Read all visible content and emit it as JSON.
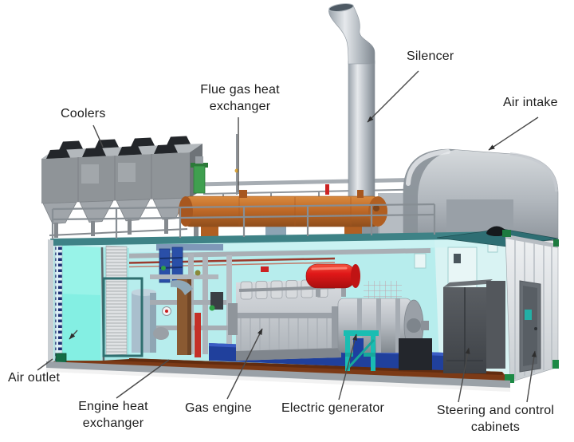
{
  "figure": {
    "type": "cutaway-technical-illustration",
    "subject": "Containerized gas-engine cogeneration (CHP) unit",
    "background": "#ffffff"
  },
  "labels": {
    "coolers": "Coolers",
    "flue_gas_heat_exchanger": "Flue gas heat\nexchanger",
    "silencer": "Silencer",
    "air_intake": "Air intake",
    "air_outlet": "Air outlet",
    "engine_heat_exchanger": "Engine heat\nexchanger",
    "gas_engine": "Gas engine",
    "electric_generator": "Electric generator",
    "steering_control_cabinets": "Steering and control\ncabinets"
  },
  "palette": {
    "interior_wall_cyan": "#b7eded",
    "louver_bright_cyan": "#84efe3",
    "floor_brown": "#7c3a16",
    "base_frame_blue": "#20409c",
    "engine_gray": "#c6cad0",
    "expansion_tank_red": "#e01818",
    "flue_vessel_orange": "#c06a28",
    "silencer_steel": "#aeb5bc",
    "cabinet_dark_gray": "#4a4e53",
    "roof_teal": "#2e6e73",
    "corner_casting_green": "#1d7a3f",
    "label_text": "#1c1c1c",
    "leader_line": "#4a4a4a"
  }
}
